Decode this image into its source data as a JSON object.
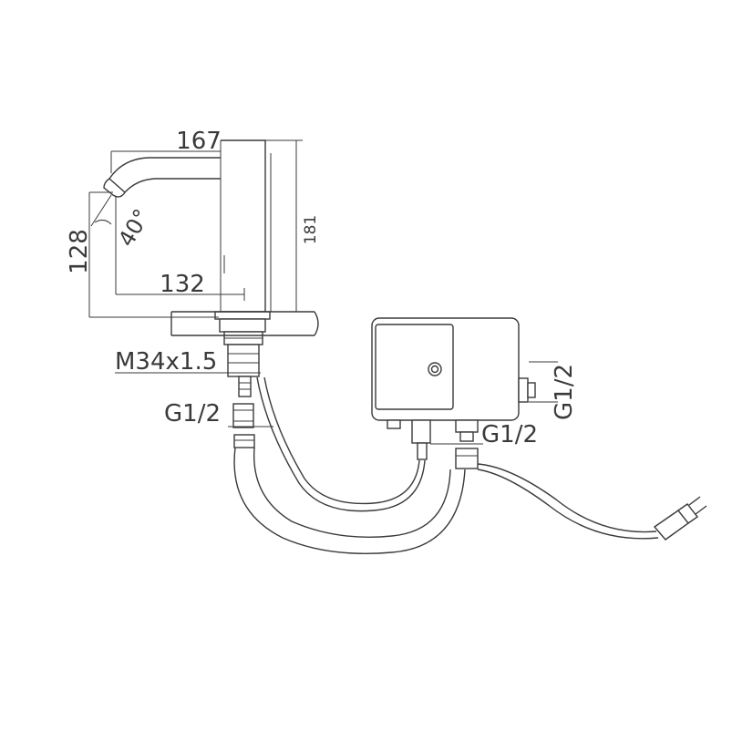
{
  "dimensions": {
    "overall_width": "167",
    "spout_reach": "132",
    "spout_height": "128",
    "total_height": "181",
    "spout_angle": "40°"
  },
  "connections": {
    "mounting_thread": "M34x1.5",
    "inlet_thread": "G1/2",
    "box_outlet_thread": "G1/2",
    "box_side_thread": "G1/2"
  },
  "colors": {
    "line": "#3a3a3a",
    "background": "#ffffff"
  }
}
